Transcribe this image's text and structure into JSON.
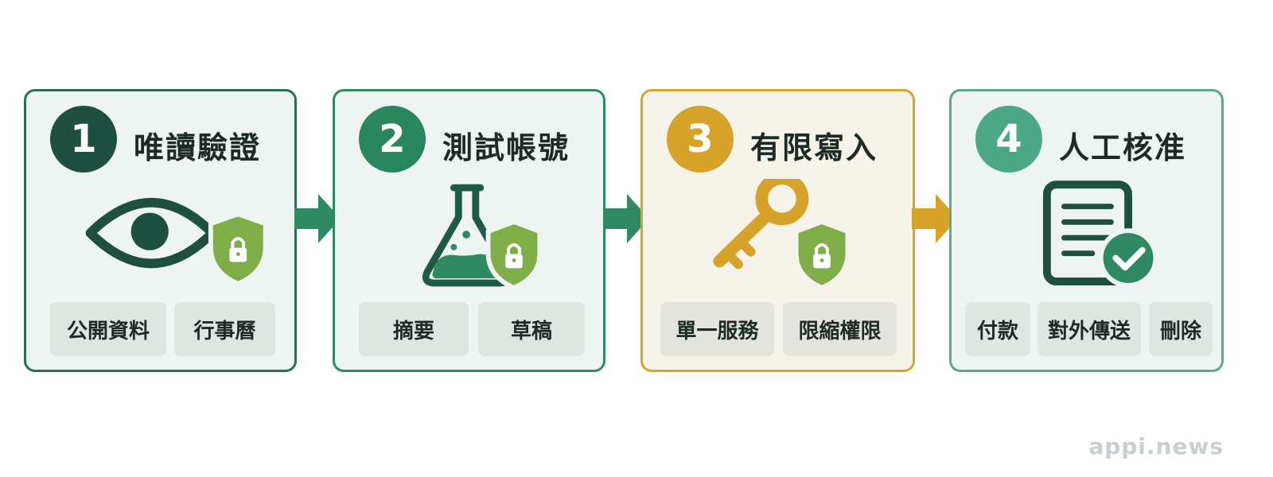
{
  "steps": [
    {
      "number": "1",
      "title": "唯讀驗證",
      "icon": "eye-lock-icon",
      "tags": [
        "公開資料",
        "行事曆"
      ]
    },
    {
      "number": "2",
      "title": "測試帳號",
      "icon": "flask-lock-icon",
      "tags": [
        "摘要",
        "草稿"
      ]
    },
    {
      "number": "3",
      "title": "有限寫入",
      "icon": "key-lock-icon",
      "tags": [
        "單一服務",
        "限縮權限"
      ]
    },
    {
      "number": "4",
      "title": "人工核准",
      "icon": "document-check-icon",
      "tags": [
        "付款",
        "對外傳送",
        "刪除"
      ]
    }
  ],
  "colors": {
    "step1": "#1f4f40",
    "step2": "#28855d",
    "step3": "#d7a228",
    "step4": "#4ba785",
    "shield": "#7fae48"
  },
  "watermark": "appi.news"
}
